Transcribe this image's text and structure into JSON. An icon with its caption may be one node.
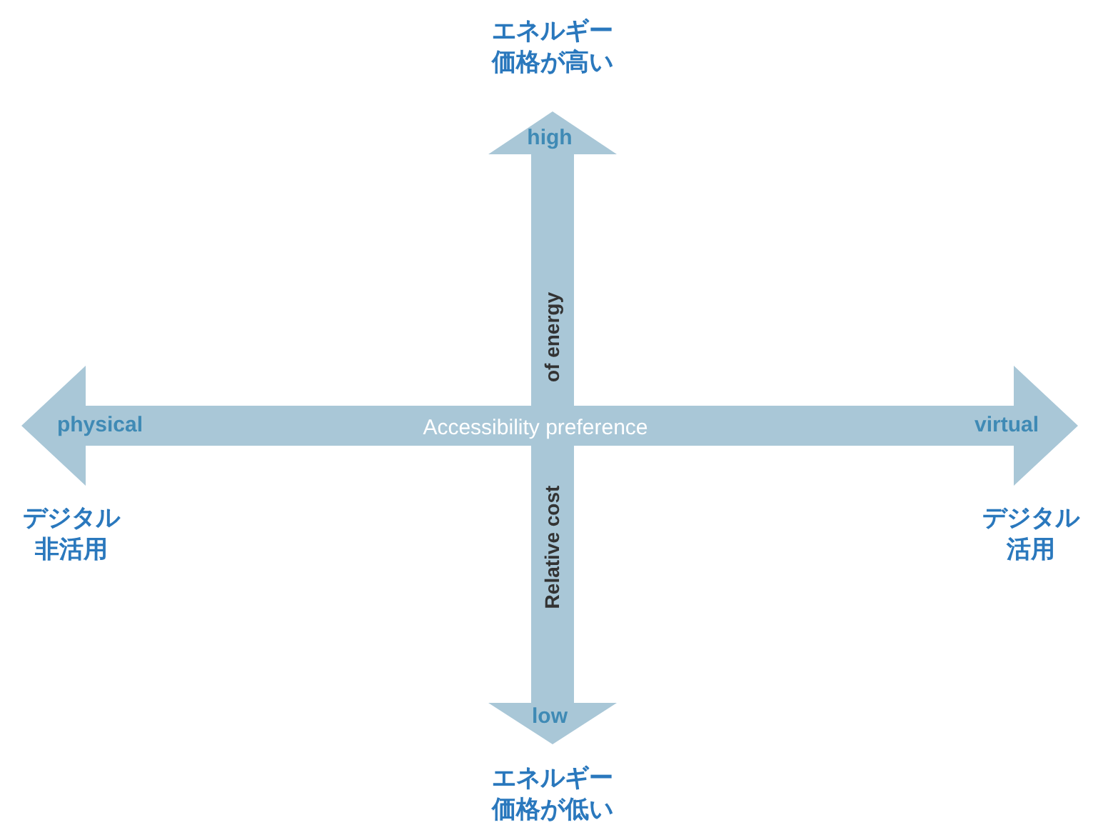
{
  "diagram": {
    "labels": [
      "エネルギー価格が高い",
      "high",
      "of energy",
      "physical",
      "Accessibility preference",
      "virtual",
      "デジタル非活用",
      "Relative cost",
      "デジタル活用",
      "low",
      "エネルギー価格が低い"
    ]
  }
}
